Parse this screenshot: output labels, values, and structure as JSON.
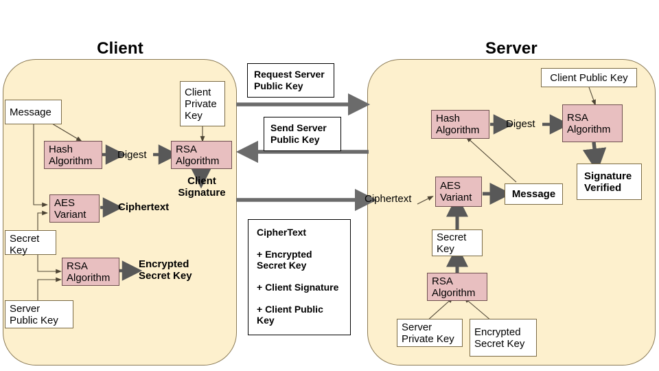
{
  "diagram": {
    "title_client": "Client",
    "title_server": "Server"
  },
  "client": {
    "message": "Message",
    "hash_algorithm": "Hash\nAlgorithm",
    "digest": "Digest",
    "client_private_key": "Client\nPrivate\nKey",
    "rsa_algorithm_sign": "RSA\nAlgorithm",
    "client_signature": "Client\nSignature",
    "aes_variant": "AES\nVariant",
    "ciphertext": "Ciphertext",
    "secret_key": "Secret\nKey",
    "rsa_algorithm_enc": "RSA\nAlgorithm",
    "encrypted_secret_key": "Encrypted\nSecret Key",
    "server_public_key": "Server\nPublic Key"
  },
  "channel": {
    "request_server_public_key": "Request Server\nPublic Key",
    "send_server_public_key": "Send Server\nPublic Key",
    "payload": "CipherText\n\n+ Encrypted\nSecret Key\n\n+ Client Signature\n\n+ Client Public\nKey"
  },
  "server": {
    "client_public_key": "Client Public Key",
    "hash_algorithm": "Hash\nAlgorithm",
    "digest": "Digest",
    "rsa_algorithm_verify": "RSA\nAlgorithm",
    "signature_verified": "Signature\nVerified",
    "ciphertext": "Ciphertext",
    "aes_variant": "AES\nVariant",
    "message": "Message",
    "secret_key": "Secret\nKey",
    "rsa_algorithm_dec": "RSA\nAlgorithm",
    "server_private_key": "Server\nPrivate Key",
    "encrypted_secret_key": "Encrypted\nSecret Key"
  },
  "colors": {
    "panel_fill": "#fdf0cd",
    "panel_stroke": "#8a7a55",
    "process_fill": "#e8bfc0",
    "process_stroke": "#6e4f50",
    "data_fill": "#ffffff",
    "data_stroke": "#7a6a44",
    "thick_arrow": "#585858",
    "thin_arrow": "#4d4434",
    "channel_arrow": "#6b6b6b"
  }
}
